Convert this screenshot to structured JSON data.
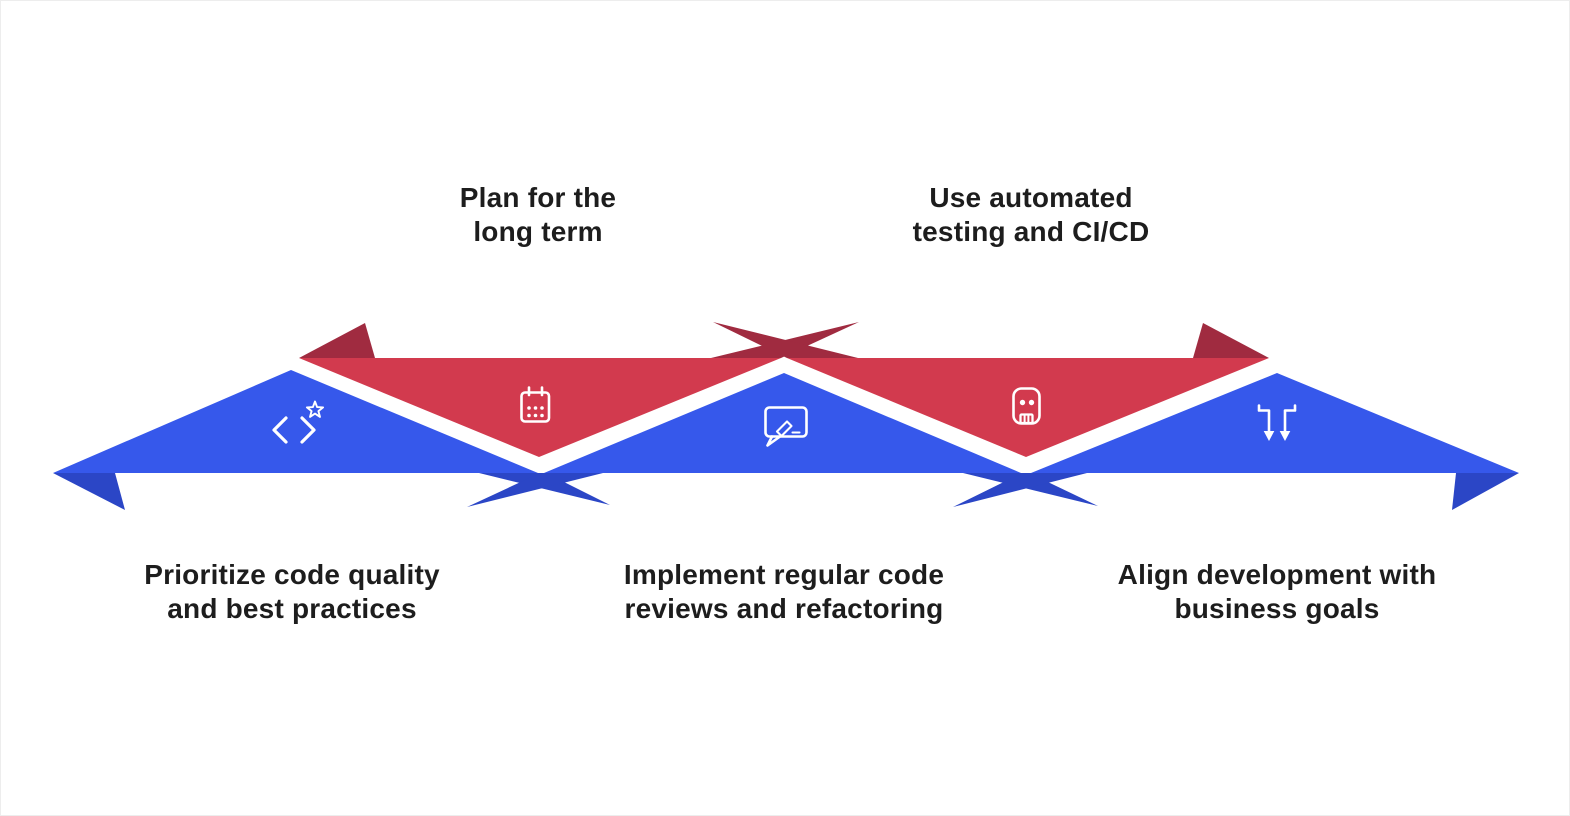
{
  "canvas": {
    "background": "#ffffff",
    "border_color": "#ededed"
  },
  "colors": {
    "blue": "#3658EB",
    "blue_dark": "#2B46C6",
    "red": "#D23A4E",
    "red_dark": "#A02B40",
    "icon": "#ffffff",
    "text": "#1d1d1d"
  },
  "steps": [
    {
      "icon": "code-star-icon",
      "color": "#3658EB",
      "label_position": "bottom",
      "lines": [
        "Prioritize code quality",
        "and best practices"
      ]
    },
    {
      "icon": "calendar-icon",
      "color": "#D23A4E",
      "label_position": "top",
      "lines": [
        "Plan for the",
        "long term"
      ]
    },
    {
      "icon": "comment-edit-icon",
      "color": "#3658EB",
      "label_position": "bottom",
      "lines": [
        "Implement regular code",
        "reviews and refactoring"
      ]
    },
    {
      "icon": "robot-icon",
      "color": "#D23A4E",
      "label_position": "top",
      "lines": [
        "Use automated",
        "testing and CI/CD"
      ]
    },
    {
      "icon": "converge-arrows-icon",
      "color": "#3658EB",
      "label_position": "bottom",
      "lines": [
        "Align development with",
        "business goals"
      ]
    }
  ]
}
